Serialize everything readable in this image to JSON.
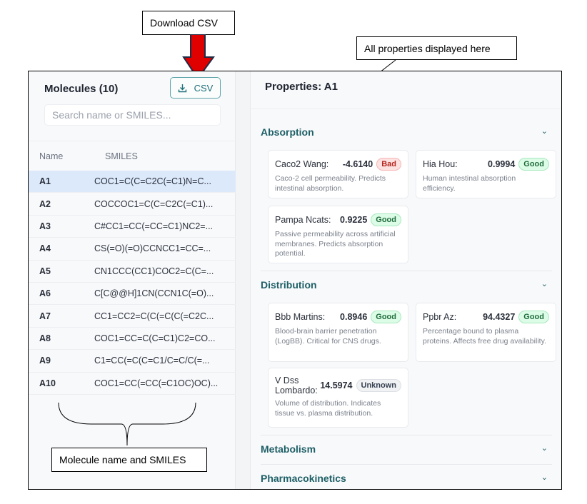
{
  "annotations": {
    "download": "Download CSV",
    "properties": "All properties displayed here",
    "molecules": "Molecule name and SMILES"
  },
  "left": {
    "title": "Molecules (10)",
    "csv_label": "CSV",
    "search_placeholder": "Search name or SMILES...",
    "columns": [
      "Name",
      "SMILES"
    ],
    "rows": [
      {
        "name": "A1",
        "smiles": "COC1=C(C=C2C(=C1)N=C..."
      },
      {
        "name": "A2",
        "smiles": "COCCOC1=C(C=C2C(=C1)..."
      },
      {
        "name": "A3",
        "smiles": "C#CC1=CC(=CC=C1)NC2=..."
      },
      {
        "name": "A4",
        "smiles": "CS(=O)(=O)CCNCC1=CC=..."
      },
      {
        "name": "A5",
        "smiles": "CN1CCC(CC1)COC2=C(C=..."
      },
      {
        "name": "A6",
        "smiles": "C[C@@H]1CN(CCN1C(=O)..."
      },
      {
        "name": "A7",
        "smiles": "CC1=CC2=C(C(=C(C(=C2C..."
      },
      {
        "name": "A8",
        "smiles": "COC1=CC=C(C=C1)C2=CO..."
      },
      {
        "name": "A9",
        "smiles": "C1=CC(=C(C=C1/C=C/C(=..."
      },
      {
        "name": "A10",
        "smiles": "COC1=CC(=CC(=C1OC)OC)..."
      }
    ],
    "selected": "A1"
  },
  "right": {
    "title": "Properties: A1",
    "sections": [
      {
        "title": "Absorption",
        "cards": [
          {
            "name": "Caco2 Wang:",
            "value": "-4.6140",
            "badge": "Bad",
            "desc": "Caco-2 cell permeability. Predicts intestinal absorption."
          },
          {
            "name": "Hia Hou:",
            "value": "0.9994",
            "badge": "Good",
            "desc": "Human intestinal absorption efficiency."
          },
          {
            "name": "Pampa Ncats:",
            "value": "0.9225",
            "badge": "Good",
            "desc": "Passive permeability across artificial membranes. Predicts absorption potential."
          }
        ]
      },
      {
        "title": "Distribution",
        "cards": [
          {
            "name": "Bbb Martins:",
            "value": "0.8946",
            "badge": "Good",
            "desc": "Blood-brain barrier penetration (LogBB). Critical for CNS drugs."
          },
          {
            "name": "Ppbr Az:",
            "value": "94.4327",
            "badge": "Good",
            "desc": "Percentage bound to plasma proteins. Affects free drug availability."
          },
          {
            "name": "V Dss Lombardo:",
            "value": "14.5974",
            "badge": "Unknown",
            "desc": "Volume of distribution. Indicates tissue vs. plasma distribution."
          }
        ]
      },
      {
        "title": "Metabolism"
      },
      {
        "title": "Pharmacokinetics"
      }
    ]
  },
  "colors": {
    "accent": "#1d5f66",
    "selected_row": "#dce9fb",
    "arrow": "#e00000"
  }
}
